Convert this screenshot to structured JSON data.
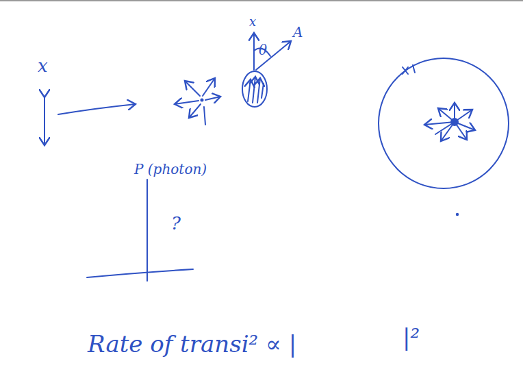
{
  "diagram": {
    "labels": [
      "x",
      "x",
      "θ",
      "A",
      "P (photon)",
      "?",
      "Rate of transi² ∝ |",
      "|²"
    ]
  }
}
